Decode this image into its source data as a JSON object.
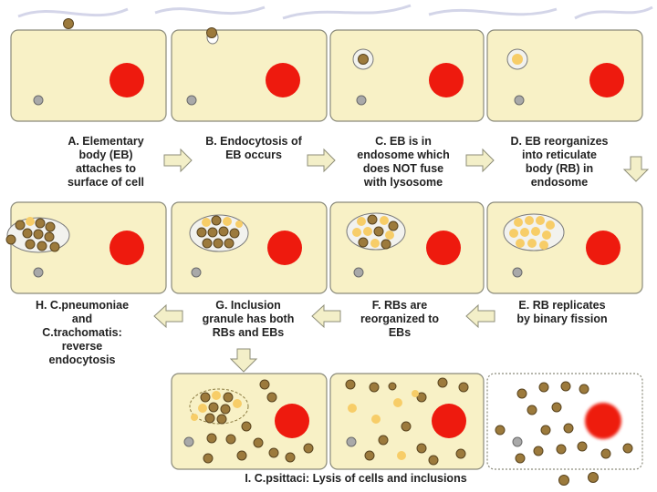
{
  "captions": {
    "a": "A. Elementary\nbody (EB)\nattaches to\nsurface of cell",
    "b": "B. Endocytosis of\nEB occurs",
    "c": "C. EB is in\nendosome which\ndoes NOT fuse\nwith lysosome",
    "d": "D. EB reorganizes\ninto reticulate\nbody (RB) in\nendosome",
    "e": "E. RB replicates\nby binary fission",
    "f": "F. RBs  are\nreorganized to\nEBs",
    "g": "G. Inclusion\ngranule has both\nRBs and EBs",
    "h": "H.  C.pneumoniae\nand\nC.trachomatis:\nreverse\nendocytosis",
    "i": "I. C.psittaci: Lysis of cells and inclusions"
  },
  "colors": {
    "cell_fill": "#f8f1c6",
    "nucleus": "#ee1a0e",
    "elementary_body": "#9c7a3c",
    "reticulate_body": "#f7cd68",
    "arrow_fill": "#f3efc8"
  }
}
